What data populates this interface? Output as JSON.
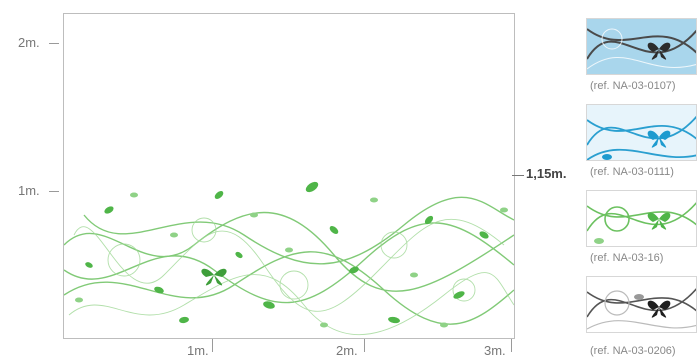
{
  "axes": {
    "y_labels": [
      "2m.",
      "1m."
    ],
    "x_labels": [
      "1m.",
      "2m.",
      "3m."
    ]
  },
  "height_marker": {
    "label": "1,15m."
  },
  "colors": {
    "leaf_green": "#4fb548",
    "vine_green": "#6cc160",
    "canvas_border": "#bdbdbd",
    "swatch1_bg": "#a9d6ec",
    "swatch2_bg": "#e7f4fb",
    "swatch4_bg": "#ffffff"
  },
  "swatches": [
    {
      "ref": "(ref. NA-03-0107)",
      "icon": "dark-butterfly-on-blue"
    },
    {
      "ref": "(ref. NA-03-0111)",
      "icon": "blue-butterfly-on-light-blue"
    },
    {
      "ref": "(ref. NA-03-16)",
      "icon": "green-butterfly-on-white"
    },
    {
      "ref": "(ref. NA-03-0206)",
      "icon": "black-butterfly-on-white"
    }
  ]
}
